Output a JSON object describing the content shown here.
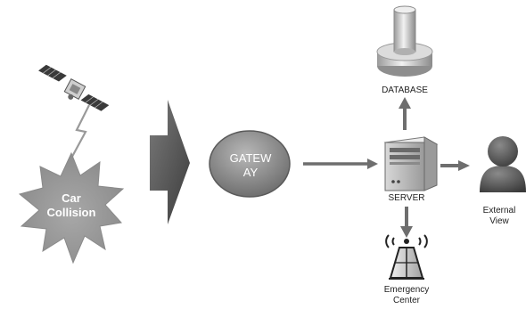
{
  "nodes": {
    "collision": {
      "label": "Car\nCollision"
    },
    "gateway": {
      "label": "GATEW\nAY"
    },
    "database": {
      "label": "DATABASE"
    },
    "server": {
      "label": "SERVER"
    },
    "external_view": {
      "label": "External\nView"
    },
    "emergency_center": {
      "label": "Emergency\nCenter"
    }
  },
  "icons": {
    "satellite": "satellite-icon",
    "signal": "lightning-signal-icon",
    "database": "database-cylinder-icon",
    "server": "server-tower-icon",
    "user": "person-silhouette-icon",
    "antenna": "radio-tower-icon"
  },
  "colors": {
    "arrow": "#6e6e6e",
    "big_arrow": "#5a5a5a",
    "gateway_fill": "#8a8a8a",
    "burst_fill": "#9a9a9a"
  }
}
